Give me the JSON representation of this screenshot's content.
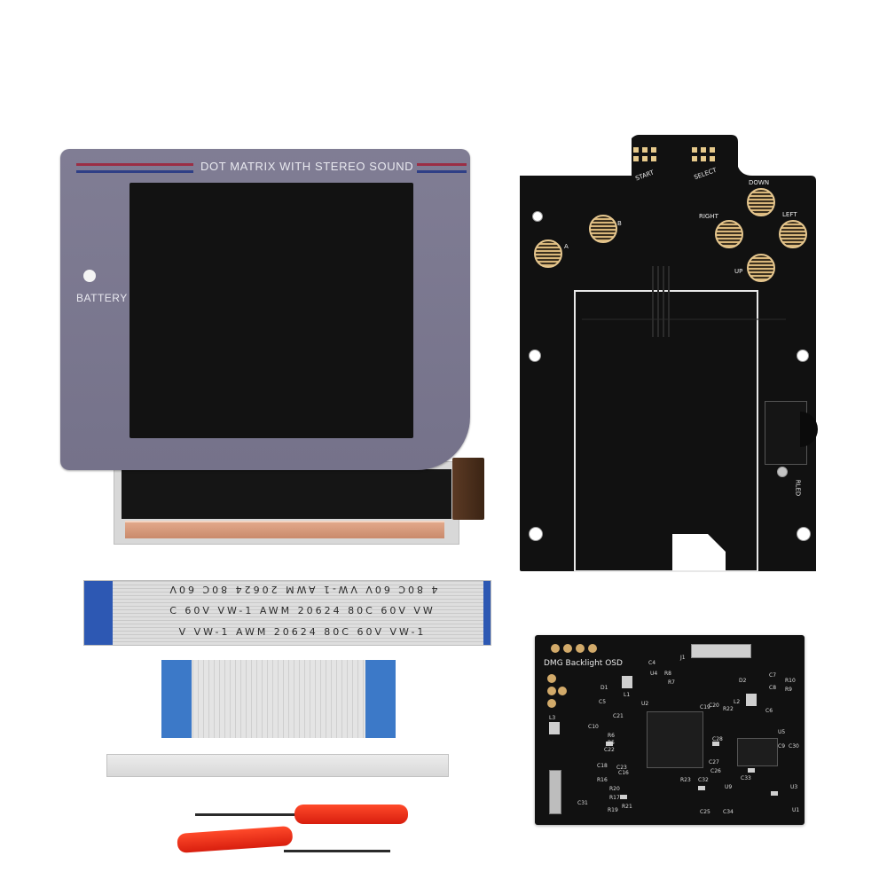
{
  "lens": {
    "title": "DOT MATRIX WITH STEREO SOUND",
    "battery_label": "BATTERY"
  },
  "button_pcb": {
    "labels": {
      "start": "START",
      "select": "SELECT",
      "down": "DOWN",
      "left": "LEFT",
      "right": "RIGHT",
      "up": "UP",
      "b": "B",
      "a": "A",
      "rled": "RLED"
    }
  },
  "osd_board": {
    "title": "DMG Backlight OSD",
    "refs": [
      "C4",
      "U4",
      "J1",
      "D1",
      "R8",
      "R7",
      "D2",
      "C7",
      "R10",
      "R9",
      "L1",
      "C5",
      "U2",
      "C8",
      "C6",
      "L3",
      "C19",
      "C20",
      "R22",
      "L2",
      "U5",
      "C10",
      "C9",
      "C30",
      "C21",
      "C28",
      "C23",
      "C27",
      "C22",
      "C26",
      "C18",
      "C16",
      "C33",
      "C32",
      "R23",
      "U9",
      "U3",
      "R20",
      "R17",
      "C31",
      "R16",
      "R19",
      "R21",
      "C25",
      "C34",
      "U1",
      "R6",
      "R5"
    ]
  },
  "ribbon_long": {
    "rows": [
      "4  80C  60V  VW-1  AWM  20624  80C  60V",
      "C  60V  VW-1  AWM  20624  80C  60V  VW",
      "V  VW-1  AWM  20624  80C  60V  VW-1"
    ]
  },
  "colors": {
    "lens": "#7a778f",
    "pcb": "#111111",
    "gold": "#d8b67a",
    "ribbon_blue": "#2d58b3",
    "handle_red": "#e8321a"
  }
}
